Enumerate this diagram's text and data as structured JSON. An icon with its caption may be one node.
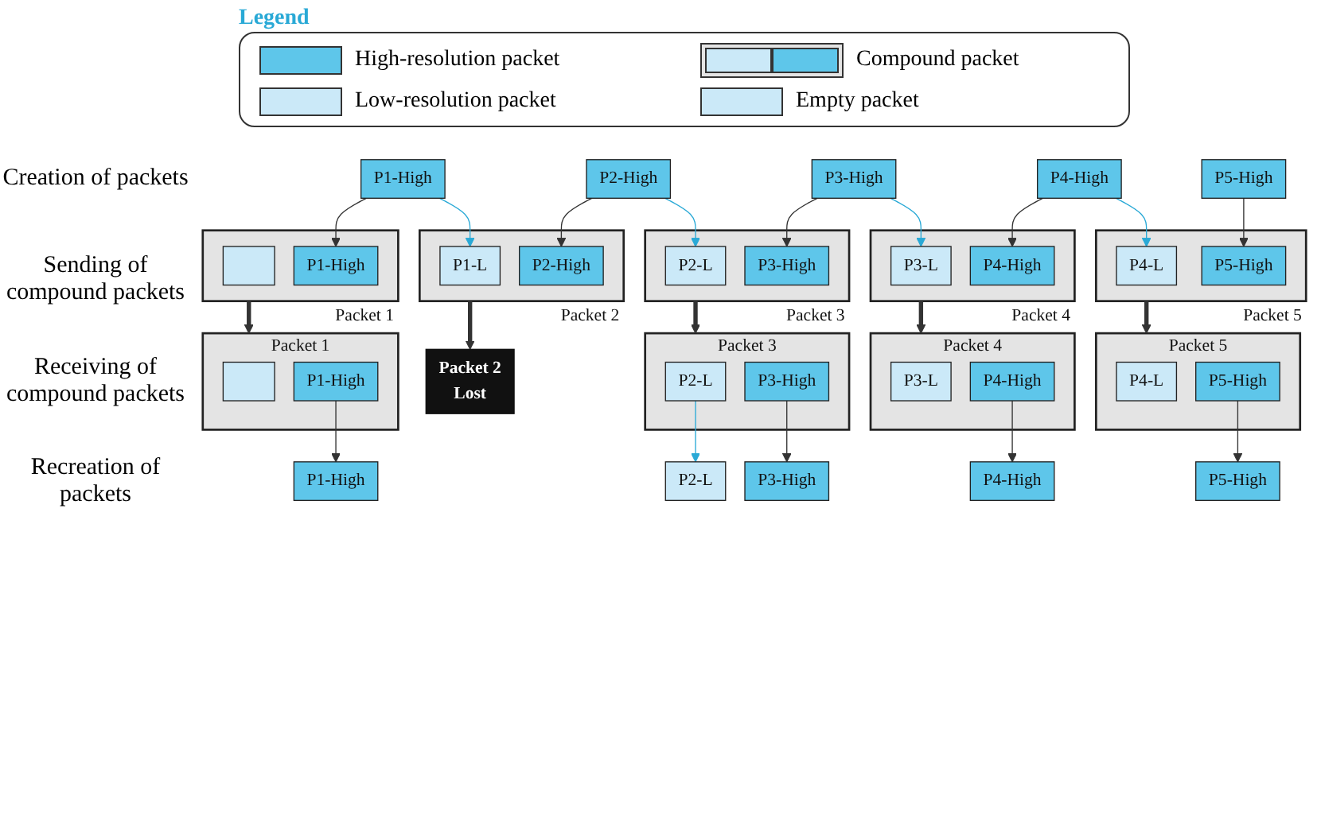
{
  "diagram": {
    "nodes": [
      {
        "text": [
          "P1-High"
        ]
      },
      {
        "text": [
          "P2-High"
        ]
      },
      {
        "text": [
          "P3-High"
        ]
      },
      {
        "text": [
          "P4-High"
        ]
      },
      {
        "text": [
          "P5-High"
        ]
      },
      {
        "text": [
          "Packet 1"
        ]
      },
      {
        "text": [],
        "shape": "box",
        "in": 5
      },
      {
        "text": [
          "P1-High"
        ],
        "in": 5
      },
      {
        "text": [
          "Packet 2"
        ]
      },
      {
        "text": [
          "P1-L"
        ],
        "in": 8
      },
      {
        "text": [
          "P2-High"
        ],
        "in": 8
      },
      {
        "text": [
          "Packet 3"
        ]
      },
      {
        "text": [
          "P2-L"
        ],
        "in": 11
      },
      {
        "text": [
          "P3-High"
        ],
        "in": 11
      },
      {
        "text": [
          "Packet 4"
        ]
      },
      {
        "text": [
          "P3-L"
        ],
        "in": 14
      },
      {
        "text": [
          "P4-High"
        ],
        "in": 14
      },
      {
        "text": [
          "Packet 5"
        ]
      },
      {
        "text": [
          "P4-L"
        ],
        "in": 17
      },
      {
        "text": [
          "P5-High"
        ],
        "in": 17
      },
      {
        "text": [
          "Packet 1"
        ]
      },
      {
        "text": [],
        "shape": "box",
        "in": 20
      },
      {
        "text": [
          "P1-High"
        ],
        "in": 20
      },
      {
        "text": [
          "Packet 2",
          "Lost"
        ]
      },
      {
        "text": [
          "Packet 3"
        ]
      },
      {
        "text": [
          "P2-L"
        ],
        "in": 24
      },
      {
        "text": [
          "P3-High"
        ],
        "in": 24
      },
      {
        "text": [
          "Packet 4"
        ]
      },
      {
        "text": [
          "P3-L"
        ],
        "in": 27
      },
      {
        "text": [
          "P4-High"
        ],
        "in": 27
      },
      {
        "text": [
          "Packet 5"
        ]
      },
      {
        "text": [
          "P4-L"
        ],
        "in": 30
      },
      {
        "text": [
          "P5-High"
        ],
        "in": 30
      },
      {
        "text": [
          "P1-High"
        ]
      },
      {
        "text": [
          "P2-L"
        ]
      },
      {
        "text": [
          "P3-High"
        ]
      },
      {
        "text": [
          "P4-High"
        ]
      },
      {
        "text": [
          "P5-High"
        ]
      }
    ],
    "edges": [
      {
        "from": 0,
        "to": 7,
        "arrow": "to"
      },
      {
        "from": 0,
        "to": 9,
        "arrow": "to",
        "color": "#29a9d6"
      },
      {
        "from": 1,
        "to": 10,
        "arrow": "to"
      },
      {
        "from": 1,
        "to": 12,
        "arrow": "to",
        "color": "#29a9d6"
      },
      {
        "from": 2,
        "to": 13,
        "arrow": "to"
      },
      {
        "from": 2,
        "to": 15,
        "arrow": "to",
        "color": "#29a9d6"
      },
      {
        "from": 3,
        "to": 16,
        "arrow": "to"
      },
      {
        "from": 3,
        "to": 18,
        "arrow": "to",
        "color": "#29a9d6"
      },
      {
        "from": 4,
        "to": 19,
        "arrow": "to"
      },
      {
        "from": 5,
        "to": 20,
        "arrow": "to",
        "style": "thick"
      },
      {
        "from": 8,
        "to": 23,
        "arrow": "to",
        "style": "thick"
      },
      {
        "from": 11,
        "to": 24,
        "arrow": "to",
        "style": "thick"
      },
      {
        "from": 14,
        "to": 27,
        "arrow": "to",
        "style": "thick"
      },
      {
        "from": 17,
        "to": 30,
        "arrow": "to",
        "style": "thick"
      },
      {
        "from": 22,
        "to": 33,
        "arrow": "to"
      },
      {
        "from": 25,
        "to": 34,
        "arrow": "to",
        "color": "#29a9d6"
      },
      {
        "from": 26,
        "to": 35,
        "arrow": "to"
      },
      {
        "from": 29,
        "to": 36,
        "arrow": "to"
      },
      {
        "from": 32,
        "to": 37,
        "arrow": "to"
      }
    ],
    "labels": [
      "Legend",
      "Creation of packets",
      "Sending of compound packets",
      "Receiving of compound packets",
      "Recreation of packets"
    ],
    "legend": [
      {
        "text": "High-resolution packet",
        "color": "#5ec6ea"
      },
      {
        "text": "Compound packet"
      },
      {
        "text": "Low-resolution packet",
        "color": "#cbe9f8"
      },
      {
        "text": "Empty packet",
        "color": "#cbe9f8"
      }
    ]
  }
}
